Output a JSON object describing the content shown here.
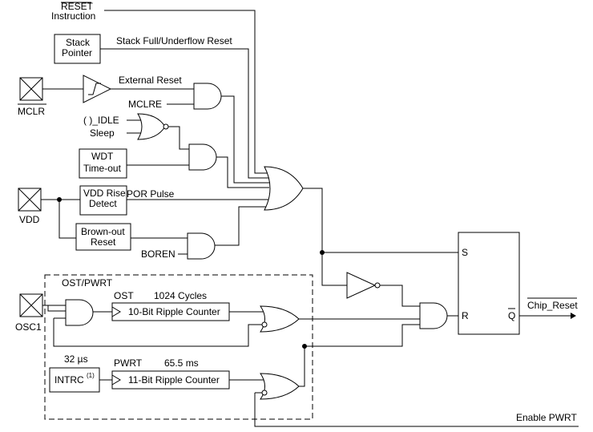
{
  "labels": {
    "reset": "RESET",
    "instruction": "Instruction",
    "stack_box_1": "Stack",
    "stack_box_2": "Pointer",
    "stack_reset": "Stack Full/Underflow Reset",
    "external_reset": "External Reset",
    "mclre": "MCLRE",
    "mclr_pin": "MCLR",
    "idle": "( )_IDLE",
    "sleep": "Sleep",
    "wdt_1": "WDT",
    "wdt_2": "Time-out",
    "vdd_rise_1": "VDD Rise",
    "vdd_rise_2": "Detect",
    "por_pulse": "POR Pulse",
    "vdd_pin": "VDD",
    "brownout_1": "Brown-out",
    "brownout_2": "Reset",
    "boren": "BOREN",
    "ost_pwrt": "OST/PWRT",
    "ost": "OST",
    "ost_cycles": "1024 Cycles",
    "ripple_10": "10-Bit Ripple Counter",
    "osc1_pin": "OSC1",
    "intrc_time": "32 µs",
    "pwrt": "PWRT",
    "pwrt_time": "65.5 ms",
    "intrc": "INTRC",
    "intrc_note": "(1)",
    "ripple_11": "11-Bit Ripple Counter",
    "latch_s": "S",
    "latch_r": "R",
    "latch_q": "Q",
    "chip_reset": "Chip_Reset",
    "enable_pwrt": "Enable PWRT"
  }
}
